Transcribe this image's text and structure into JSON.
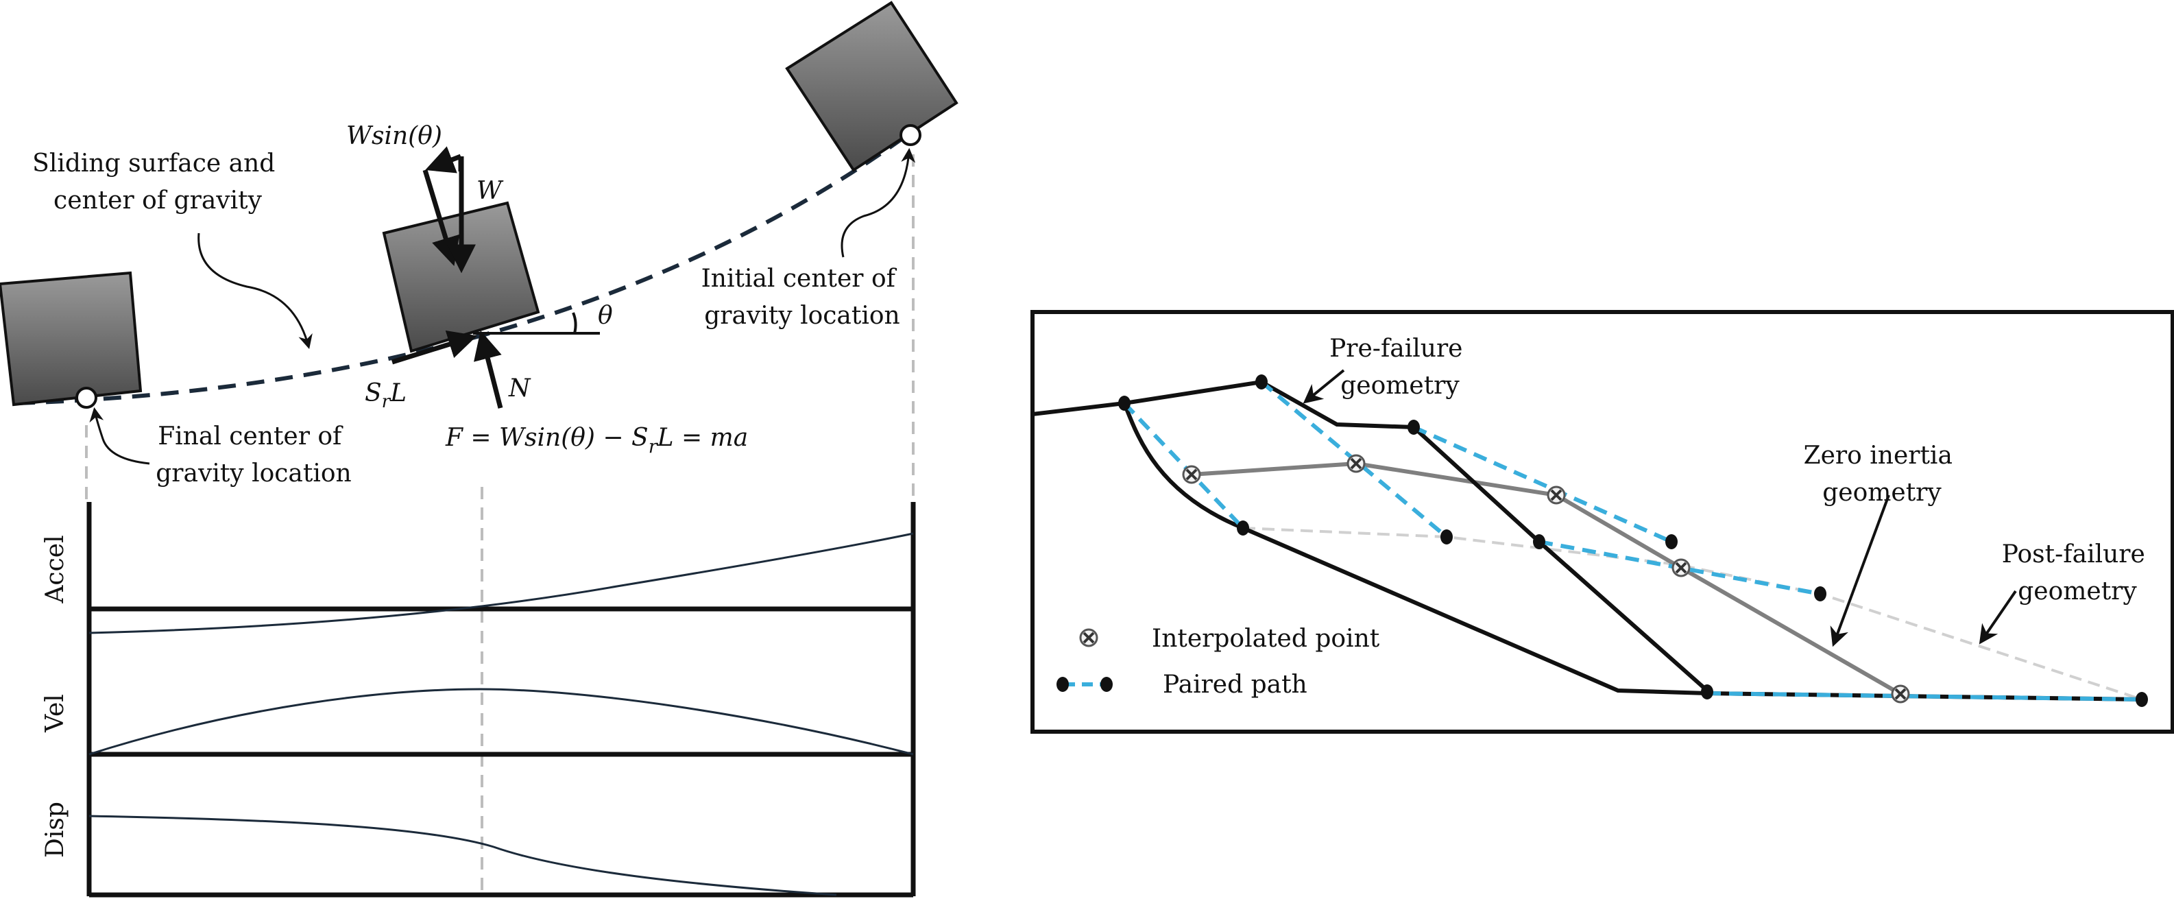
{
  "left_panel": {
    "labels": {
      "sliding_surface": [
        "Sliding surface and",
        "center of gravity"
      ],
      "initial_cg": [
        "Initial center of",
        "gravity location"
      ],
      "final_cg": [
        "Final center of",
        "gravity location"
      ]
    },
    "forces": {
      "w_sin": "Wsin(θ)",
      "w": "W",
      "theta": "θ",
      "n": "N",
      "sr_main": "S",
      "sr_sub": "r",
      "sr_tail": "L",
      "equation_a": "F = Wsin(θ) − S",
      "equation_sub": "r",
      "equation_b": "L = ma"
    },
    "plot_labels": [
      "Accel",
      "Vel",
      "Disp"
    ]
  },
  "right_panel": {
    "labels": {
      "pre_failure": [
        "Pre-failure",
        "geometry"
      ],
      "zero_inertia": [
        "Zero inertia",
        "geometry"
      ],
      "post_failure": [
        "Post-failure",
        "geometry"
      ]
    },
    "legend": {
      "interpolated": "Interpolated point",
      "paired": "Paired path"
    }
  },
  "colors": {
    "line": "#111111",
    "curve": "#1b2a3a",
    "dashed_cyan": "#3aaedc",
    "gray_line": "#808080",
    "light_gray": "#d2d2d2",
    "guide": "#bfbfbf"
  }
}
